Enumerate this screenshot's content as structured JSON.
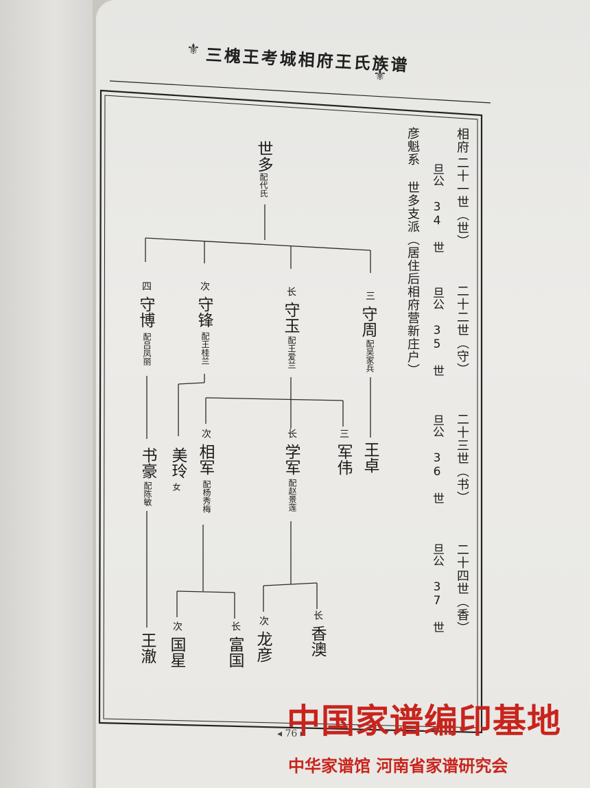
{
  "header": {
    "title": "三槐王考城相府王氏族谱",
    "ornament_left": "⚜",
    "ornament_right": "⚜"
  },
  "lineage_heading": {
    "line1": "相府",
    "line2": "彦魁系  世多支派（居住后相府营新庄户）"
  },
  "generations": [
    {
      "label": "二十一世（世）",
      "dan": "旦公 34 世"
    },
    {
      "label": "二十二世（守）",
      "dan": "旦公 35 世"
    },
    {
      "label": "二十三世（书）",
      "dan": "旦公 36 世"
    },
    {
      "label": "二十四世（香）",
      "dan": "旦公 37 世"
    }
  ],
  "tree": {
    "root": {
      "name": "世多",
      "spouse": "配代氏"
    },
    "gen22": [
      {
        "order": "三",
        "name": "守周",
        "spouse": "配吴家兵"
      },
      {
        "order": "长",
        "name": "守玉",
        "spouse": "配王爱兰"
      },
      {
        "order": "次",
        "name": "守锋",
        "spouse": "配王桂兰"
      },
      {
        "order": "四",
        "name": "守博",
        "spouse": "配吕凤丽"
      }
    ],
    "gen23": [
      {
        "order": "",
        "name": "王卓",
        "spouse": ""
      },
      {
        "order": "三",
        "name": "军伟",
        "spouse": ""
      },
      {
        "order": "长",
        "name": "学军",
        "spouse": "配赵景莲"
      },
      {
        "order": "次",
        "name": "相军",
        "spouse": "配杨秀梅"
      },
      {
        "order": "",
        "name": "美玲",
        "spouse": "女"
      },
      {
        "order": "",
        "name": "书豪",
        "spouse": "配陈敏"
      }
    ],
    "gen24": [
      {
        "order": "长",
        "name": "香澳"
      },
      {
        "order": "次",
        "name": "龙彦"
      },
      {
        "order": "长",
        "name": "富国"
      },
      {
        "order": "次",
        "name": "国星"
      },
      {
        "order": "",
        "name": "王澈"
      }
    ]
  },
  "footer": {
    "page_number": "◂ 76 ▸"
  },
  "watermark": {
    "line1": "中国家谱编印基地",
    "line2": "中华家谱馆 河南省家谱研究会",
    "color": "#c8241d"
  }
}
